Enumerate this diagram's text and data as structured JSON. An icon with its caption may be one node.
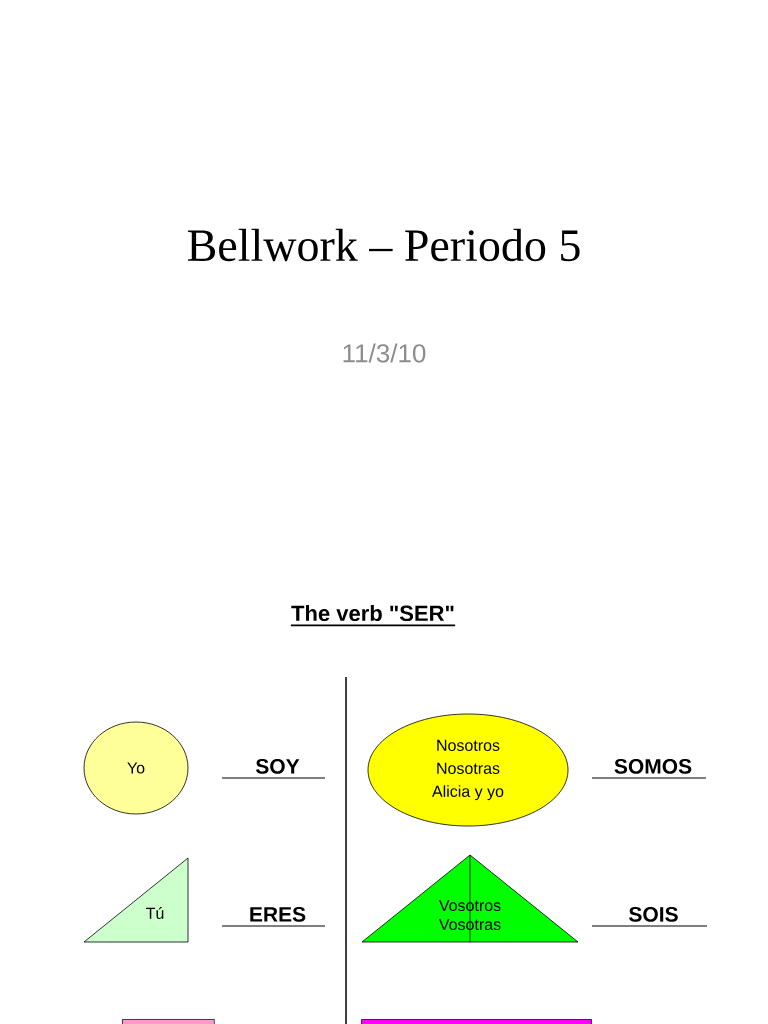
{
  "diagram": {
    "title": "Bellwork – Periodo 5",
    "nodes": [
      {
        "text": [
          "Yo"
        ]
      },
      {
        "text": [
          "Tú"
        ]
      },
      {
        "text": [
          "Nosotros",
          "Nosotras",
          "Alicia y yo"
        ]
      },
      {
        "text": [
          "Vosotros",
          "Vosotras"
        ]
      },
      {
        "text": [],
        "shape": "box"
      },
      {
        "text": [],
        "shape": "box"
      }
    ],
    "labels": [
      "11/3/10",
      "The verb \"SER\"",
      "SOY",
      "SOMOS",
      "ERES",
      "SOIS"
    ]
  }
}
